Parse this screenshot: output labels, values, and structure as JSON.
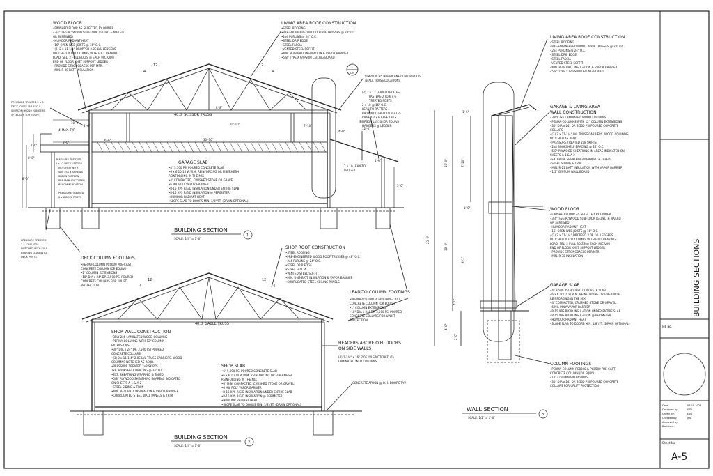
{
  "sheet": {
    "title_vertical": "BUILDING SECTIONS",
    "sheet_number": "A-5",
    "job_no_label": "Job No.",
    "sheet_no_label": "Sheet No.",
    "date_label": "Date:",
    "date_value": "08-18-2024",
    "designed_label": "Designed by:",
    "designed_value": "ETD",
    "drawn_label": "Drawn by:",
    "drawn_value": "ETD",
    "checked_label": "Checked by:",
    "checked_value": "JML",
    "approved_label": "Approved by:",
    "revisions_label": "Revisions:"
  },
  "section1": {
    "title": "BUILDING SECTION",
    "scale": "SCALE: 1/4\" = 1'-0\"",
    "number": "1",
    "truss_label": "40.0' SCISSOR TRUSS",
    "slope_label": "12",
    "slope_rise": "4",
    "wood_floor_title": "WOOD FLOOR",
    "wood_floor_notes": [
      "•FINISHED FLOOR AS SELECTED BY OWNER",
      "•3/4\" T&G PLYWOOD SUBFLOOR (GLUED & NAILED",
      "  OR SCREWED)",
      "•HUMOOR RADIANT HEAT",
      "•16\" OPEN WEB JOISTS @ 16\" O.C.",
      "•(2) 2 x 11-1/4\" DROPPED 2.0E LVL LEDGERS",
      "  NOTCHED INTO COLUMNS WITH FULL BEARING",
      "  LOAD. SEL. 2 FULL BOLTS @ EACH MICRAM /",
      "  END OF FLOOR JOIST SUPPORT LEDGER",
      "•PROVIDE STRONGBACKS PER MFR.",
      "•MIN. R-30 BATT INSULATION"
    ],
    "living_roof_title": "LIVING AREA ROOF CONSTRUCTION",
    "living_roof_notes": [
      "•STEEL ROOFING",
      "•PRE-ENGINEERED WOOD ROOF TRUSSES @ 24\" O.C.",
      "•2x4 PURLINS @ 24\" O.C.",
      "•STEEL DRIP EDGE",
      "•STEEL FASCIA",
      "•VENTED STEEL SOFFIT",
      "•MIN. R-49 BATT INSULATION & VAPOR BARRIER",
      "•5/8\" TYPE X GYPSUM CEILING BOARD"
    ],
    "callout3": "3",
    "callout3_sheet": "A-5",
    "simpson_note": [
      "SIMPSON H5 HURRICANE CLIP OR EQUIV.",
      "@ ALL TRUSS LOCATIONS"
    ],
    "leanto_note": [
      "(2) 2 x 12 LEAN-TO PLATES",
      "FASTENED TO 6 x 6",
      "TREATED POSTS",
      "2 x 10 @ 16\" O.C.",
      "LEAN-TO RAFTERS",
      "BIRDSMOUTHED TO PLATES",
      "RIPPED 2 x 6 EAVE TAILS",
      "SIMPSON LU210 (OR EQUIV.)",
      "HANGERS @ LEDGER"
    ],
    "leanto_ledger": [
      "2 x 10 LEAN-TO",
      "LEDGER"
    ],
    "deck_note_left": [
      "PRESSURE TREATED 2 x 8",
      "DECK JOISTS @ 16\" O.C.",
      "SIMPSON HU210 HANGERS",
      "@ LEDGER (OR EQUIV.)"
    ],
    "deck_ledger_note": [
      "PRESSURE TREATED",
      "2 x 12 DECK LEDGER",
      "NOTCHED WITH",
      "SDS FSS 3 SCREWS",
      "SHEEN PATTERN",
      "PER MANUFACTURER",
      "RECOMMENDATION",
      "",
      "PRESSURE TREATED",
      "6 x 6 DECK POSTS"
    ],
    "plates_note": [
      "PRESSURE TREATED",
      "2 x 12 PLATES",
      "NOTCHED WITH FULL",
      "BEARING LOAD INTO",
      "DECK POSTS"
    ],
    "garage_slab_title": "GARAGE SLAB",
    "garage_slab_notes": [
      "•4\" 3,500 PSI POURED CONCRETE SLAB",
      "•6 x 6 10/10 W.W.M. REINFORCING OR FIBERMESH",
      "  REINFORCING IN THE MIX",
      "•4\" COMPACTED, CRUSHED STONE OR GRAVEL",
      "•6 MIL POLY VAPOR BARRIER",
      "•R-15 XPS RIGID INSULATION UNDER ENTIRE SLAB",
      "•R-15 XPS RIGID INSULATION @ PERIMETER",
      "•HUMOOR RADIANT HEAT",
      "•SLOPE SLAB TO DOORS MIN. 1/8\"/FT. (DRAIN OPTIONAL)"
    ],
    "deck_footings_title": "DECK COLUMN FOOTINGS",
    "deck_footings_notes": [
      "•PERMA-COLUMN PC6600 PRE-CAST",
      "  CONCRETE COLUMN (OR EQUIV.)",
      "•1\" COLUMN EXTENSIONS",
      "•18\" DIA x 24\" DP. 3,500 PSI POURED",
      "  CONCRETE COLLARS FOR UPLIFT",
      "  PROTECTION"
    ],
    "dims": [
      "1'-6\"",
      "10'-0\"",
      "4' MAX. TYP.",
      "8'-0\"",
      "6'-6\"",
      "30'-10\"",
      "12'-0\"",
      "7'-10\"",
      "10'-10\"",
      "8'-0\"",
      "1'-0\"",
      "8'-6\"",
      "5'-0\"",
      "8'-8\"",
      "4'-0\"",
      "1'-6\""
    ]
  },
  "section2": {
    "title": "BUILDING SECTION",
    "scale": "SCALE: 1/4\" = 1'-0\"",
    "number": "2",
    "truss_label": "40.0' GABLE TRUSS",
    "shop_roof_title": "SHOP ROOF CONSTRUCTION",
    "shop_roof_notes": [
      "•STEEL ROOFING",
      "•PRE-ENGINEERED WOOD ROOF TRUSSES @ 48\" O.C.",
      "•2x4 PURLINS @ 24\" O.C.",
      "•STEEL DRIP EDGE",
      "•STEEL FASCIA",
      "•VENTED STEEL SOFFIT",
      "•MIN. R-49 BATT INSULATION & VAPOR BARRIER",
      "•CORRUGATED STEEL CEILING PANELS"
    ],
    "shop_wall_title": "SHOP WALL CONSTRUCTION",
    "shop_wall_notes": [
      "•3PLY 2x6 LAMINATED WOOD COLUMNS",
      "•PERMA-COLUMNS WITH 12\" COLUMN",
      "  EXTENSIONS",
      "•30\" DIA x 24\" DP. 3,500 PSI POURED",
      "  CONCRETE COLLARS",
      "•(3) 2 x 11-1/4\" 2.0E LVL TRUSS CARRIERS. WOOD",
      "  COLUMNS NOTCHED AS REQD.",
      "•PRESSURE TREATED 2x8 SKIRTS",
      "  2x8 BOOKSHELF BRACING @ 24\" O.C.",
      "•EXT. SHEATHING WRAPPED & TAPED",
      "•5/8\" PLYWOOD SHEATHING IN AREAS INDICATED",
      "  ON SHEETS A-1 & A-2",
      "•STEEL SIDING & TRIM",
      "•MIN. R-21 BATT INSULATION & VAPOR BARRIER",
      "•CORRUGATED STEEL WALL PANELS & TRIM"
    ],
    "shop_slab_title": "SHOP SLAB",
    "shop_slab_notes": [
      "•6\" 5,000 PSI POURED CONCRETE SLAB",
      "•6 x 6 10/10 W.W.M. REINFORCING OR FIBERMESH",
      "  REINFORCING IN THE MIX",
      "•6\" MIN. COMPACTED, CRUSHED STONE OR GRAVEL",
      "•6 MIL POLY VAPOR BARRIER",
      "•R-15 XPS RIGID INSULATION UNDER ENTIRE SLAB",
      "•R-15 XPS RIGID INSULATION @ PERIMETER",
      "•HUMOOR RADIANT HEAT",
      "•SLOPE SLAB TO DOORS MIN. 1/8\"/FT. (DRAIN OPTIONAL)"
    ],
    "leanto_footing_title": "LEAN-TO COLUMN FOOTINGS",
    "leanto_footing_notes": [
      "•PERMA-COLUMN PC6600 PRE-CAST",
      "  CONCRETE COLUMN (OR EQUIV.)",
      "•1\" COLUMN EXTENSIONS",
      "•18\" DIA x 24\" DP. 3,500 PSI POURED",
      "  CONCRETE COLLARS FOR UPLIFT",
      "  PROTECTION"
    ],
    "headers_title": [
      "HEADERS ABOVE O.H. DOORS",
      "ON SIDE WALLS"
    ],
    "headers_note": [
      "(4) 1-3/4\" x 16\" 2.0E LVLS NOTCHED (1)",
      "LAMINATED INTO COLUMNS"
    ],
    "apron_note": "CONCRETE APRON @ O.H. DOORS TYP.",
    "slope_label": "12",
    "slope_rise": "4"
  },
  "section3": {
    "title": "WALL SECTION",
    "scale": "SCALE: 1/2\" = 1'-0\"",
    "number": "3",
    "living_roof_title": "LIVING AREA ROOF CONSTRUCTION",
    "living_roof_notes": [
      "•STEEL ROOFING",
      "•PRE-ENGINEERED WOOD ROOF TRUSSES @ 24\" O.C.",
      "•2x4 PURLINS @ 24\" O.C.",
      "•STEEL DRIP EDGE",
      "•STEEL FASCIA",
      "•VENTED STEEL SOFFIT",
      "•MIN. R-49 BATT INSULATION & VAPOR BARRIER",
      "•5/8\" TYPE X GYPSUM CEILING BOARD"
    ],
    "garage_wall_title": [
      "GARAGE & LIVING AREA",
      "WALL CONSTRUCTION"
    ],
    "garage_wall_notes": [
      "•3PLY 2x6 LAMINATED WOOD COLUMNS",
      "•PERMA-COLUMNS WITH 12\" COLUMN EXTENSIONS",
      "•30\" DIA x 24\" DP. 3,500 PSI POURED CONCRETE",
      "  COLLARS",
      "•(3) 2 x 11-1/4\" LVL TRUSS CARRIERS. WOOD COLUMNS",
      "  NOTCHED AS REQD.",
      "•PRESSURE TREATED 2x8 SKIRTS",
      "•2x8 BOOKSHELF BRACING @ 24\" O.C.",
      "•5/8\" PLYWOOD SHEATHING IN AREAS INDICATED ON",
      "  SHEETS A-1 & A-2",
      "•EXTERIOR SHEATHING WRAPPED & TAPED",
      "•STEEL SIDING & TRIM",
      "•MIN. R-21 BATT INSULATION WITH VAPOR BARRIER",
      "•1/2\" GYPSUM WALL BOARD"
    ],
    "wood_floor_title": "WOOD FLOOR",
    "wood_floor_notes": [
      "•FINISHED FLOOR AS SELECTED BY OWNER",
      "•3/4\" T&G PLYWOOD SUBFLOOR (GLUED & NAILED",
      "  OR SCREWED)",
      "•HUMOOR RADIANT HEAT",
      "•16\" OPEN WEB JOISTS @ 16\" O.C.",
      "•(2) 2 x 11-1/4\" DROPPED 2.0E LVL LEDGERS",
      "  NOTCHED INTO COLUMNS WITH FULL BEARING",
      "  LOAD. SEL. 2 FULL BOLTS @ EACH MICRAM /",
      "  END OF FLOOR JOIST SUPPORT LEDGER",
      "•PROVIDE STRONGBACKS PER MFR.",
      "•MIN. R-30 INSULATION"
    ],
    "garage_slab_title": "GARAGE SLAB",
    "garage_slab_notes": [
      "•4\" 3,500 PSI POURED CONCRETE SLAB",
      "•6 x 6 10/10 W.W.M. REINFORCING OR FIBERMESH",
      "  REINFORCING IN THE MIX",
      "•4\" COMPACTED, CRUSHED STONE OR GRAVEL",
      "•6 MIL POLY VAPOR BARRIER",
      "•R-15 XPS RIGID INSULATION UNDER ENTIRE SLAB",
      "•R-15 XPS RIGID INSULATION @ PERIMETER",
      "•HUMOOR RADIANT HEAT",
      "•SLOPE SLAB TO DOORS MIN. 1/8\"/FT. (DRAIN OPTIONAL)"
    ],
    "column_footings_title": "COLUMN FOOTINGS",
    "column_footings_notes": [
      "•PERMA-COLUMN PC8300 & PC8500 PRE-CAST",
      "  CONCRETE COLUMN (OR EQUIV.)",
      "•12\" COLUMN EXTENSIONS",
      "•30\" DIA x 24\" DP. 3,500 PSI POURED CONCRETE",
      "  COLLARS FOR UPLIFT PROTECTION"
    ],
    "dims": [
      "1'-6\"",
      "7'-10\"",
      "10'-0\"",
      "18'-0\"",
      "23'-0\"",
      "1'-0\"",
      "9'-1\"",
      "4'-0\"",
      "4'-0\"",
      "2'-0\""
    ]
  }
}
